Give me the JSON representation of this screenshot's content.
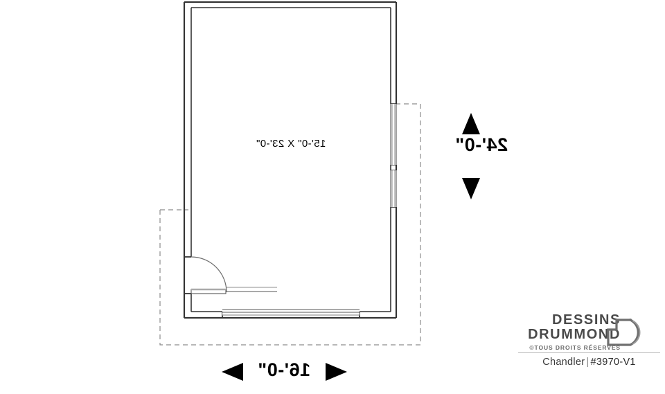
{
  "plan": {
    "room_label": "15'-0\" X 23'-0\"",
    "dimension_vertical": "24'-0\"",
    "dimension_horizontal": "16'-0\"",
    "caption_name": "Chandler",
    "caption_separator": "|",
    "caption_code": "#3970-V1"
  },
  "logo": {
    "line1": "DESSINS",
    "line2": "DRUMMOND",
    "rights": "©TOUS DROITS RÉSERVÉS",
    "mark": "drummond-d-mark"
  },
  "colors": {
    "wall": "#222222",
    "wall_light": "#9a9a9a",
    "dashed": "#8c8c8c",
    "text": "#000000",
    "logo_gray": "#4a4a4a",
    "background": "#ffffff"
  },
  "chart_data": {
    "type": "diagram",
    "title": "Garage floor plan",
    "interior_dimensions": "15'-0\" X 23'-0\"",
    "exterior_width": "16'-0\"",
    "exterior_depth": "24'-0\"",
    "features": [
      "double garage door on bottom wall",
      "service door with swing arc on lower left wall",
      "two window openings on right wall",
      "dashed roof overhang / apron outline"
    ]
  }
}
